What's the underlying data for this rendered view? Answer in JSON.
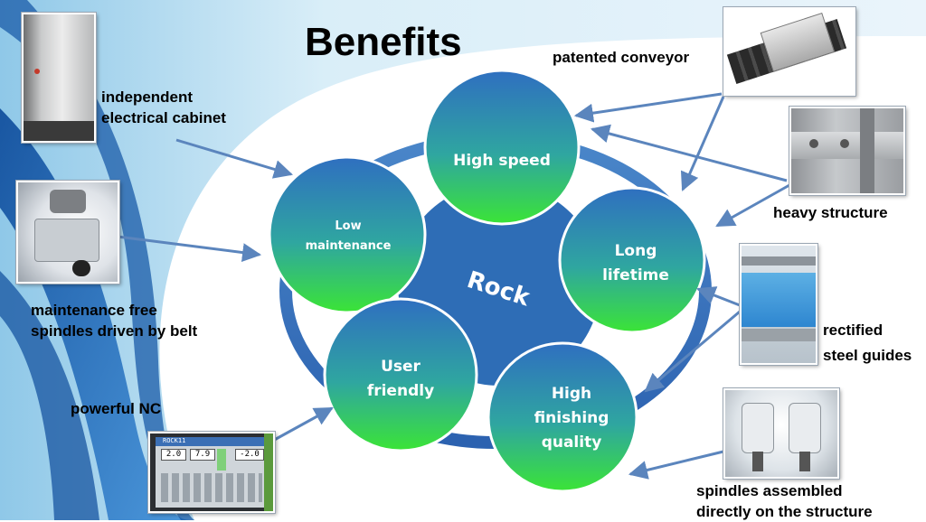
{
  "title": "Benefits",
  "center_label": "Rock",
  "benefits": {
    "high_speed": "High speed",
    "low_maintenance_1": "Low",
    "low_maintenance_2": "maintenance",
    "long_lifetime_1": "Long",
    "long_lifetime_2": "lifetime",
    "user_friendly_1": "User",
    "user_friendly_2": "friendly",
    "high_finishing_1": "High",
    "high_finishing_2": "finishing",
    "high_finishing_3": "quality"
  },
  "features": {
    "cabinet_1": "independent",
    "cabinet_2": "electrical cabinet",
    "conveyor": "patented conveyor",
    "structure": "heavy structure",
    "spindles_belt_1": "maintenance free",
    "spindles_belt_2": "spindles driven by belt",
    "guides_1": "rectified",
    "guides_2": "steel guides",
    "nc": "powerful NC",
    "spindles_assembled_1": "spindles assembled",
    "spindles_assembled_2": "directly on the structure"
  },
  "nc_panel": {
    "title": "ROCK11",
    "readout_1": "2.0",
    "readout_2": "7.9",
    "readout_3": "-2.0"
  },
  "colors": {
    "circle_top": "#2f6fc0",
    "circle_bottom": "#3be436",
    "center_blue": "#2e6db6",
    "arrow": "#5b85bd",
    "swoosh": "#1f5fae"
  }
}
